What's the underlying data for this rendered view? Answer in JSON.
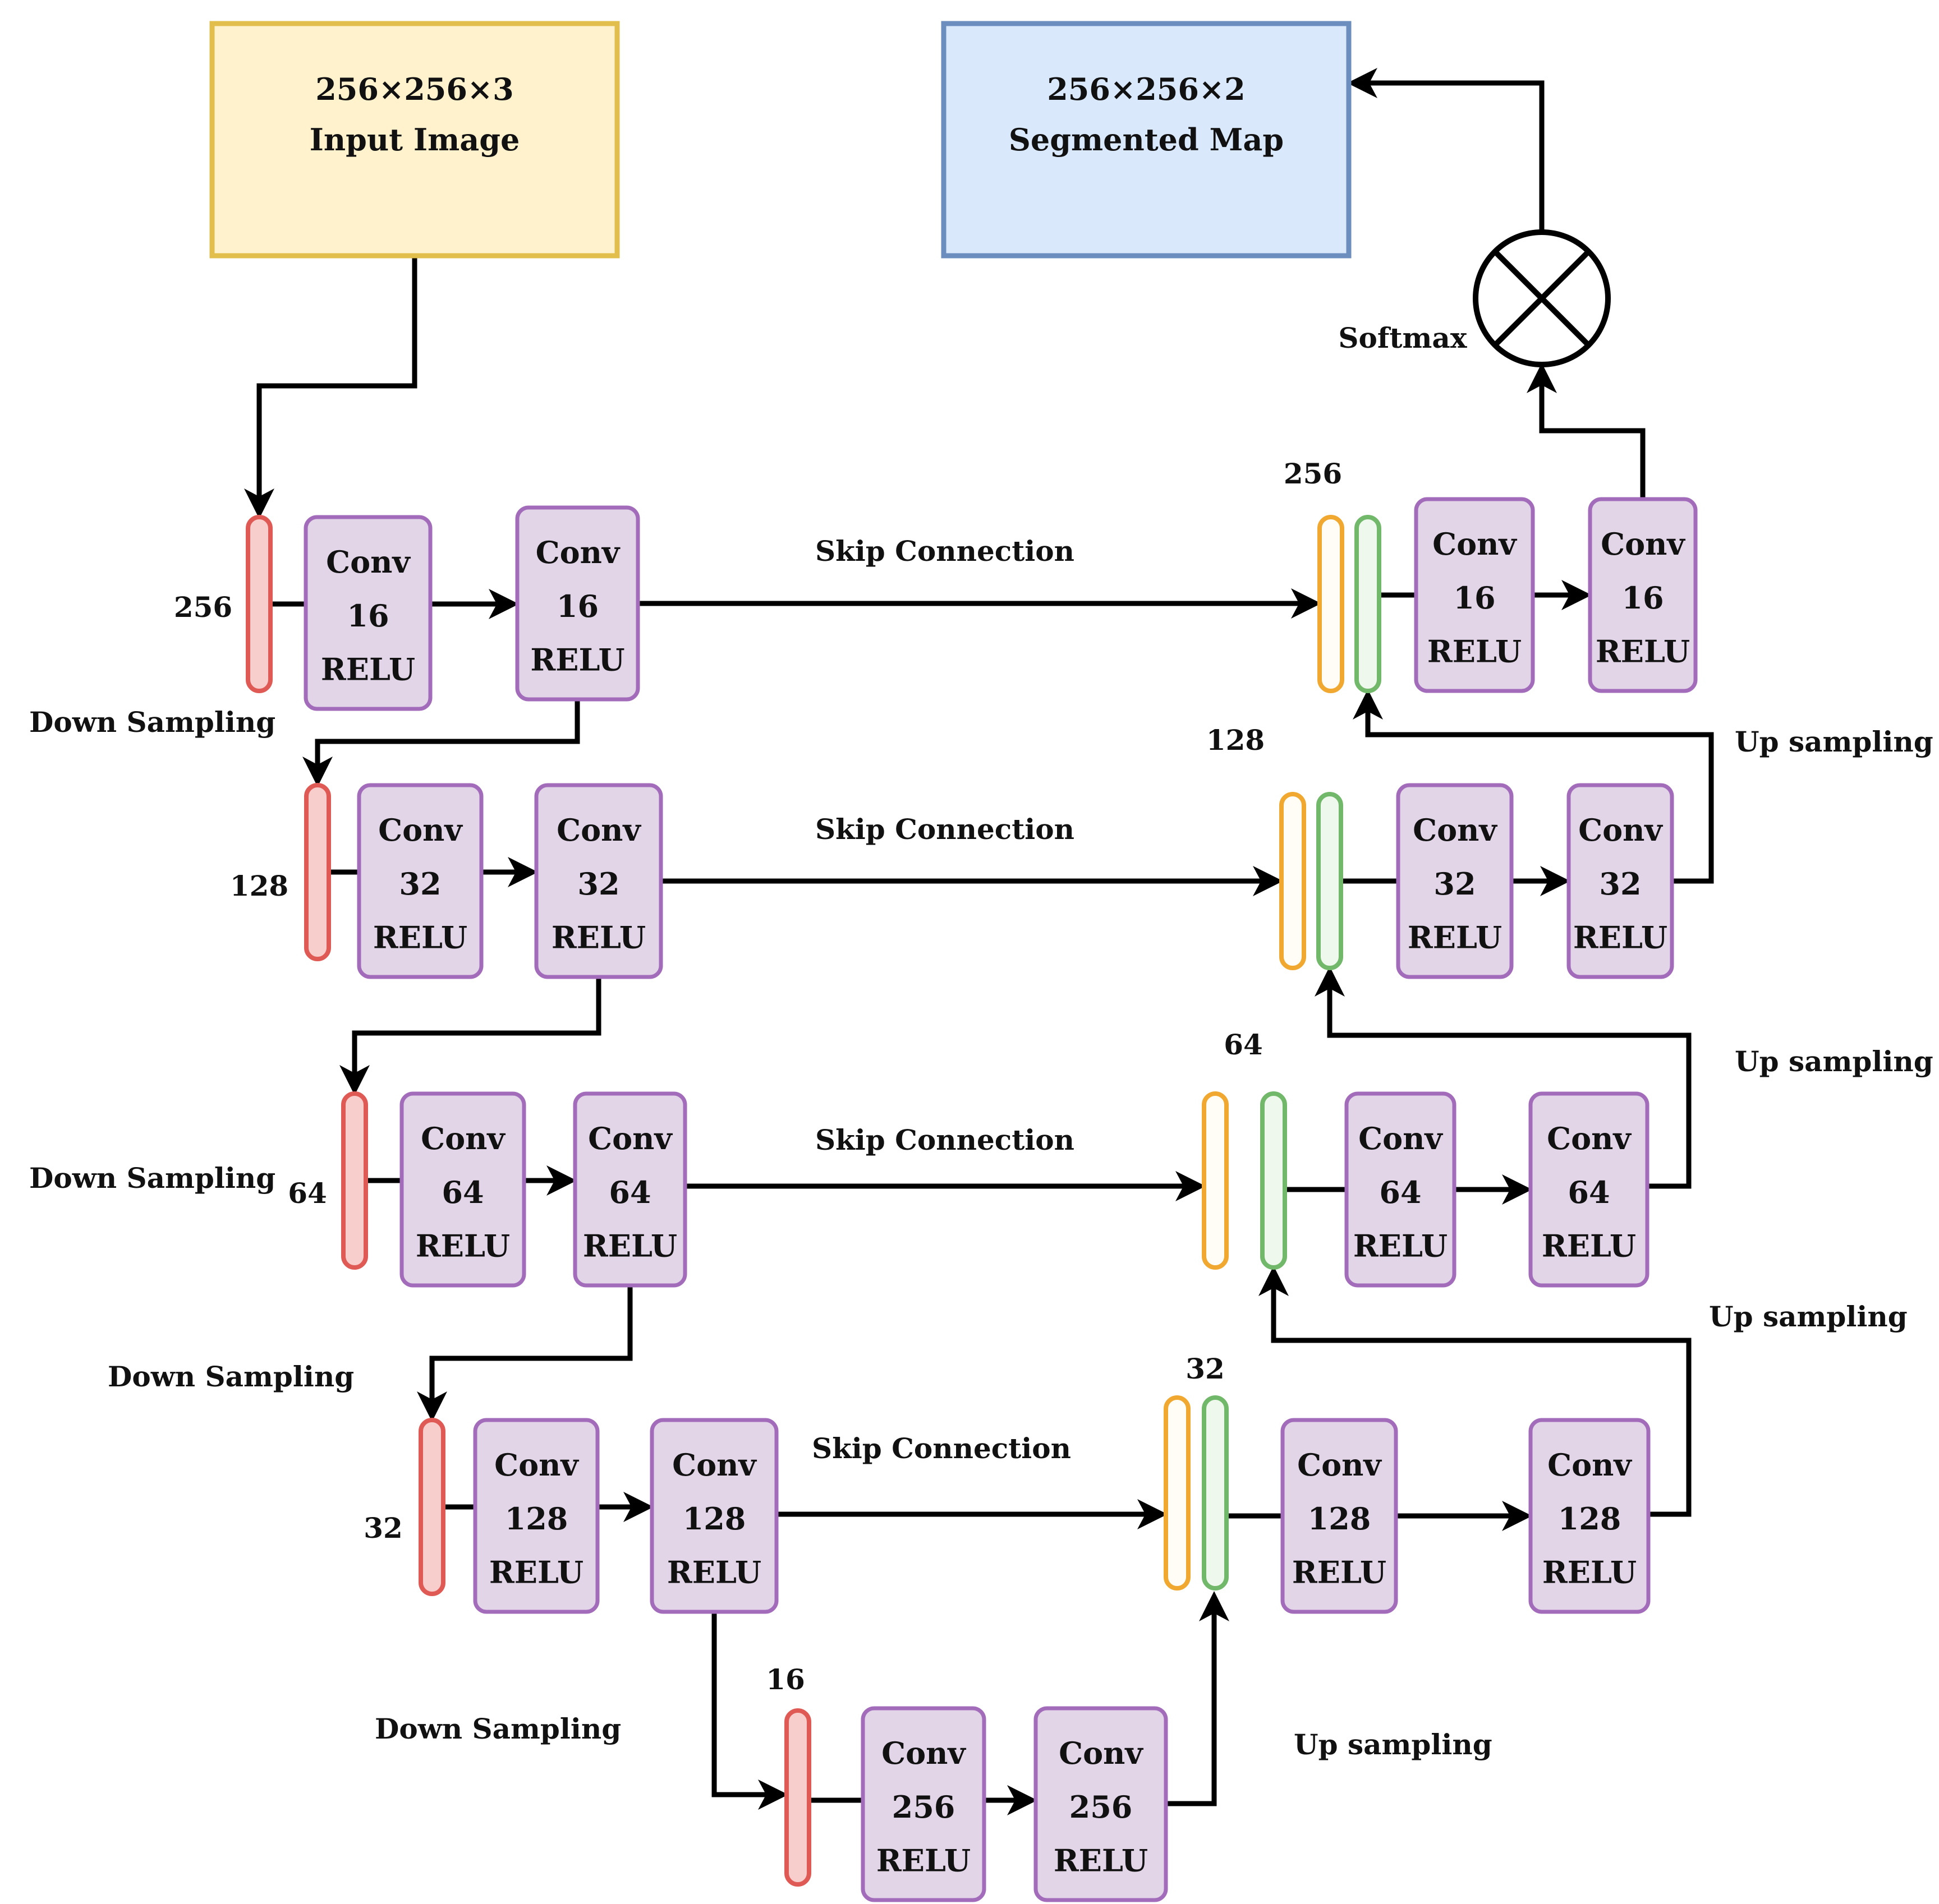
{
  "input": {
    "dims": "256×256×3",
    "title": "Input Image",
    "fill": "#fff2cc",
    "stroke": "#e2bf4c"
  },
  "output": {
    "dims": "256×256×2",
    "title": "Segmented Map",
    "fill": "#dae8fc",
    "stroke": "#6c8ebf"
  },
  "softmax": {
    "label": "Softmax"
  },
  "colors": {
    "conv_fill": "#e1d5e7",
    "conv_stroke": "#a26cbb",
    "pool_fill": "#f8cecc",
    "pool_stroke": "#e05a55",
    "concat_orange": "#f0a830",
    "concat_green": "#72b86a"
  },
  "conv_label": "Conv",
  "activation_label": "RELU",
  "skip_label": "Skip Connection",
  "down_label": "Down Sampling",
  "up_label": "Up sampling",
  "encoder": [
    {
      "size": "256",
      "filters": "16"
    },
    {
      "size": "128",
      "filters": "32"
    },
    {
      "size": "64",
      "filters": "64"
    },
    {
      "size": "32",
      "filters": "128"
    }
  ],
  "bottleneck": {
    "size": "16",
    "filters": "256"
  },
  "decoder": [
    {
      "size": "256",
      "filters": "16"
    },
    {
      "size": "128",
      "filters": "32"
    },
    {
      "size": "64",
      "filters": "64"
    },
    {
      "size": "32",
      "filters": "128"
    }
  ]
}
